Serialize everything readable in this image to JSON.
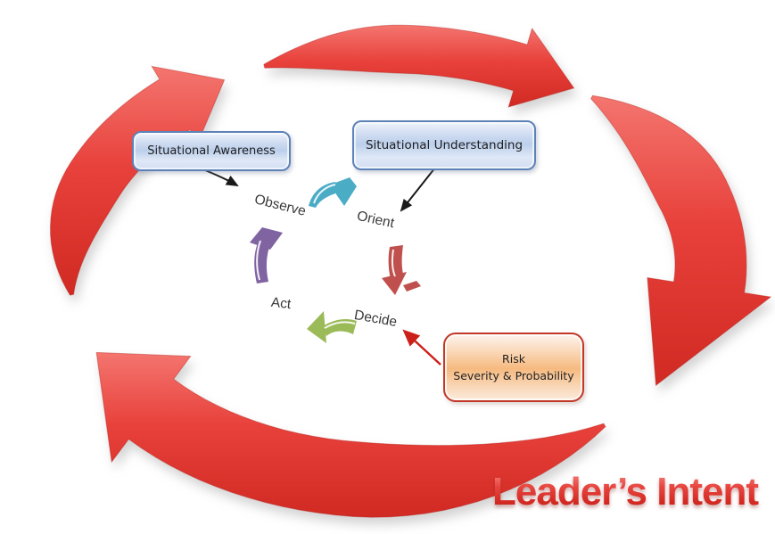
{
  "diagram": {
    "type": "ooda-loop-cycle",
    "title": "Leader’s Intent",
    "callouts": {
      "situational_awareness": "Situational Awareness",
      "situational_understanding": "Situational Understanding",
      "risk_line1": "Risk",
      "risk_line2": "Severity & Probability"
    },
    "steps": {
      "observe": "Observe",
      "orient": "Orient",
      "decide": "Decide",
      "act": "Act"
    },
    "colors": {
      "cycle_red_light": "#f4756f",
      "cycle_red_mid": "#e8403a",
      "cycle_red_dark": "#d02a23",
      "observe_to_orient": "#4bacc6",
      "orient_to_decide": "#c0504d",
      "decide_to_act": "#9bbb59",
      "act_to_observe": "#8064a2",
      "callout_blue_border": "#5d82b8",
      "risk_border": "#c23728",
      "connector_black": "#1a1a1a",
      "connector_red": "#cc201a",
      "title_red": "#dd332d"
    }
  }
}
